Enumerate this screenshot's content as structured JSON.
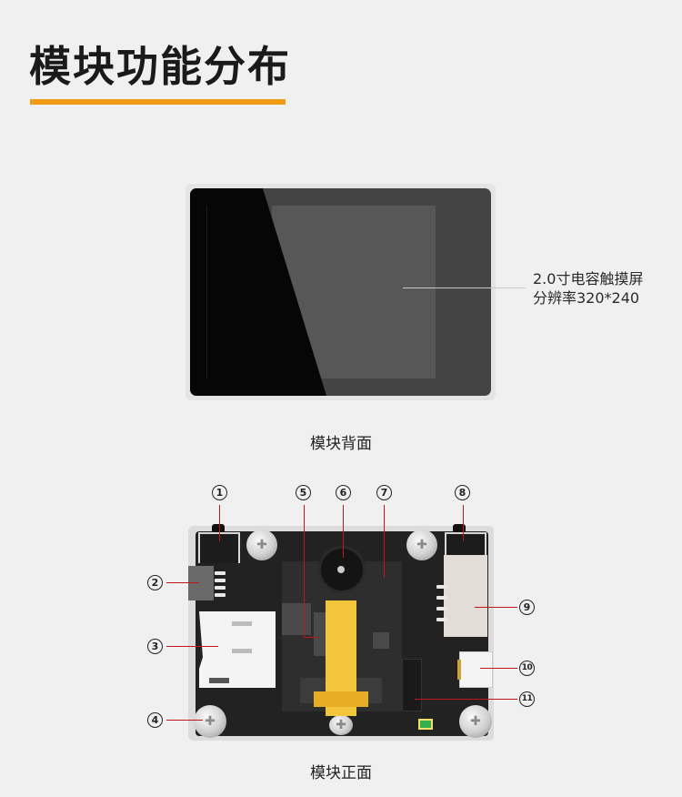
{
  "page": {
    "title": "模块功能分布",
    "accent_color": "#f09c16",
    "leader_color": "#c01818"
  },
  "back_view": {
    "caption": "模块背面",
    "screen_spec_line1": "2.0寸电容触摸屏",
    "screen_spec_line2": "分辨率320*240"
  },
  "front_view": {
    "caption": "模块正面",
    "callouts": [
      {
        "id": "1",
        "label": "①"
      },
      {
        "id": "2",
        "label": "②"
      },
      {
        "id": "3",
        "label": "③"
      },
      {
        "id": "4",
        "label": "④"
      },
      {
        "id": "5",
        "label": "⑤"
      },
      {
        "id": "6",
        "label": "⑥"
      },
      {
        "id": "7",
        "label": "⑦"
      },
      {
        "id": "8",
        "label": "⑧"
      },
      {
        "id": "9",
        "label": "⑨"
      },
      {
        "id": "10",
        "label": "⑩"
      },
      {
        "id": "11",
        "label": "⑪"
      }
    ],
    "numbers": [
      "1",
      "2",
      "3",
      "4",
      "5",
      "6",
      "7",
      "8",
      "9",
      "10",
      "11"
    ]
  }
}
